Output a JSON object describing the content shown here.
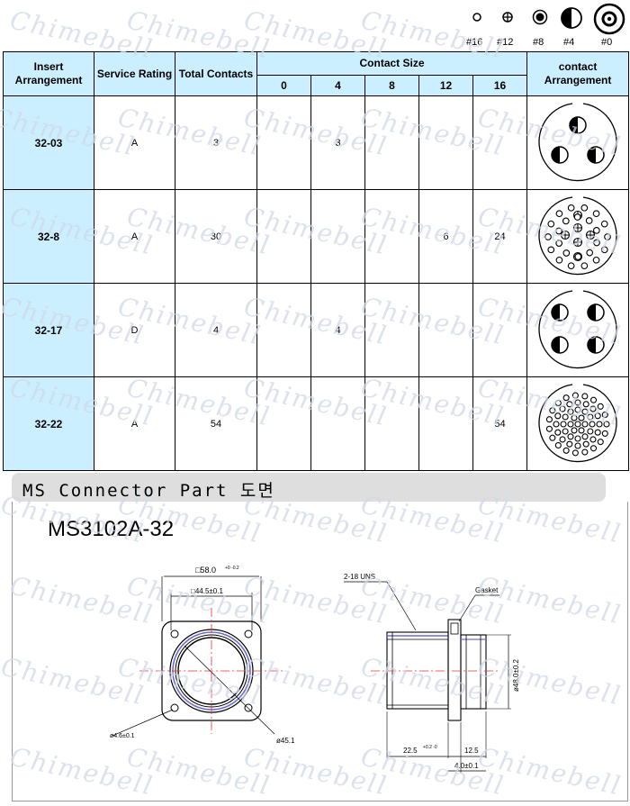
{
  "legend": [
    {
      "label": "#16",
      "icon": "contact-16-icon"
    },
    {
      "label": "#12",
      "icon": "contact-12-icon"
    },
    {
      "label": "#8",
      "icon": "contact-8-icon"
    },
    {
      "label": "#4",
      "icon": "contact-4-icon"
    },
    {
      "label": "#0",
      "icon": "contact-0-icon"
    }
  ],
  "table": {
    "headers": {
      "insert": "Insert Arrangement",
      "service": "Service Rating",
      "total": "Total Contacts",
      "contact_size": "Contact Size",
      "sizes": [
        "0",
        "4",
        "8",
        "12",
        "16"
      ],
      "arrangement": "contact Arrangement"
    },
    "rows": [
      {
        "insert": "32-03",
        "service": "A",
        "total": "3",
        "s0": "",
        "s4": "3",
        "s8": "",
        "s12": "",
        "s16": ""
      },
      {
        "insert": "32-8",
        "service": "A",
        "total": "30",
        "s0": "",
        "s4": "",
        "s8": "",
        "s12": "6",
        "s16": "24"
      },
      {
        "insert": "32-17",
        "service": "D",
        "total": "4",
        "s0": "",
        "s4": "4",
        "s8": "",
        "s12": "",
        "s16": ""
      },
      {
        "insert": "32-22",
        "service": "A",
        "total": "54",
        "s0": "",
        "s4": "",
        "s8": "",
        "s12": "",
        "s16": "54"
      }
    ]
  },
  "section_title": "MS Connector Part 도면",
  "part_number": "MS3102A-32",
  "drawing": {
    "dim_58": "□58.0",
    "dim_58_tol": "+0 -0.2",
    "dim_44": "□44.5±0.1",
    "dim_hole": "ø4.6±0.1",
    "dim_45": "ø45.1",
    "thread": "2-18 UNS",
    "gasket": "Gasket",
    "dim_48": "ø48.0±0.2",
    "dim_22": "22.5",
    "dim_22_tol": "+0.2 -0",
    "dim_12": "12.5",
    "dim_4": "4.0±0.1"
  },
  "watermark": "Chimebell"
}
